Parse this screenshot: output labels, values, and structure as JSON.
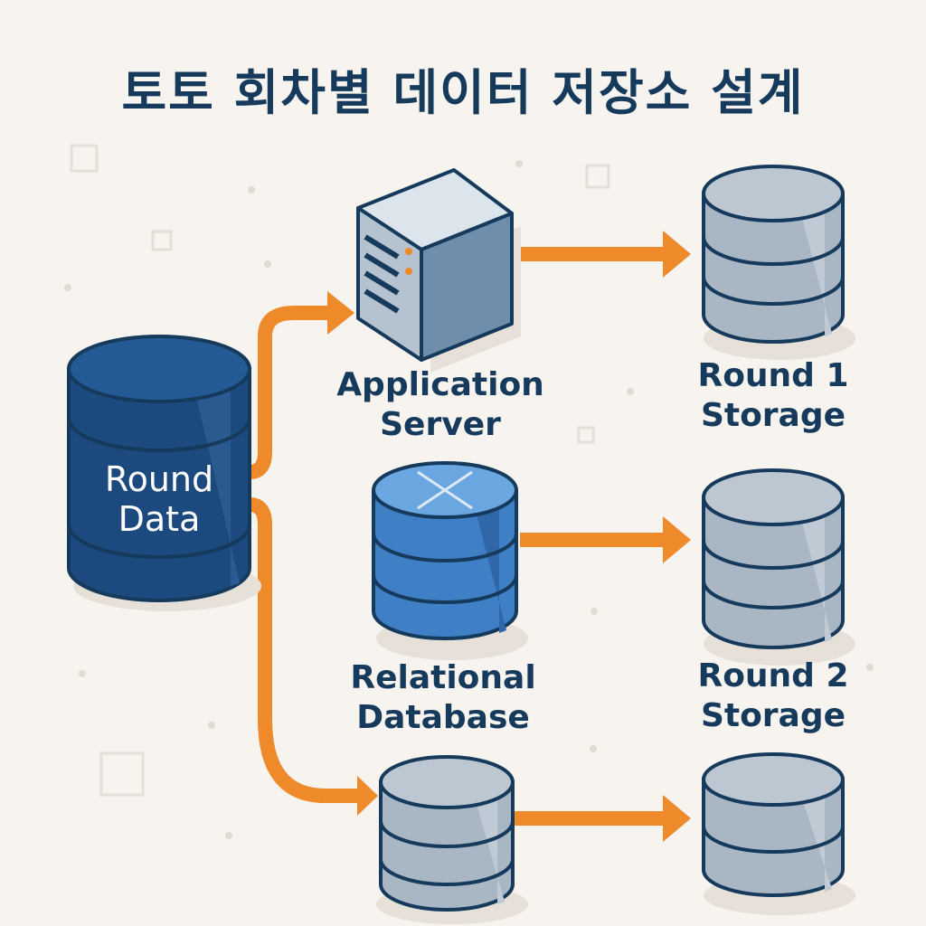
{
  "title": "토토 회차별 데이터 저장소 설계",
  "source": {
    "label_line1": "Round",
    "label_line2": "Data"
  },
  "nodes": {
    "app_server": {
      "label_line1": "Application",
      "label_line2": "Server"
    },
    "relational_db": {
      "label_line1": "Relational",
      "label_line2": "Database"
    },
    "storage_third": {}
  },
  "storages": {
    "round1": {
      "label_line1": "Round 1",
      "label_line2": "Storage"
    },
    "round2": {
      "label_line1": "Round 2",
      "label_line2": "Storage"
    },
    "round3": {}
  },
  "colors": {
    "background": "#f7f3ee",
    "dark_blue": "#1c4a7e",
    "medium_blue": "#3f7fc5",
    "gray": "#a9b6c3",
    "outline": "#163a5c",
    "arrow": "#ef8a2a"
  },
  "icons": {
    "source": "database-cylinder-icon",
    "app_server": "server-tower-icon",
    "relational_db": "database-table-icon",
    "storage": "storage-cylinder-icon"
  }
}
